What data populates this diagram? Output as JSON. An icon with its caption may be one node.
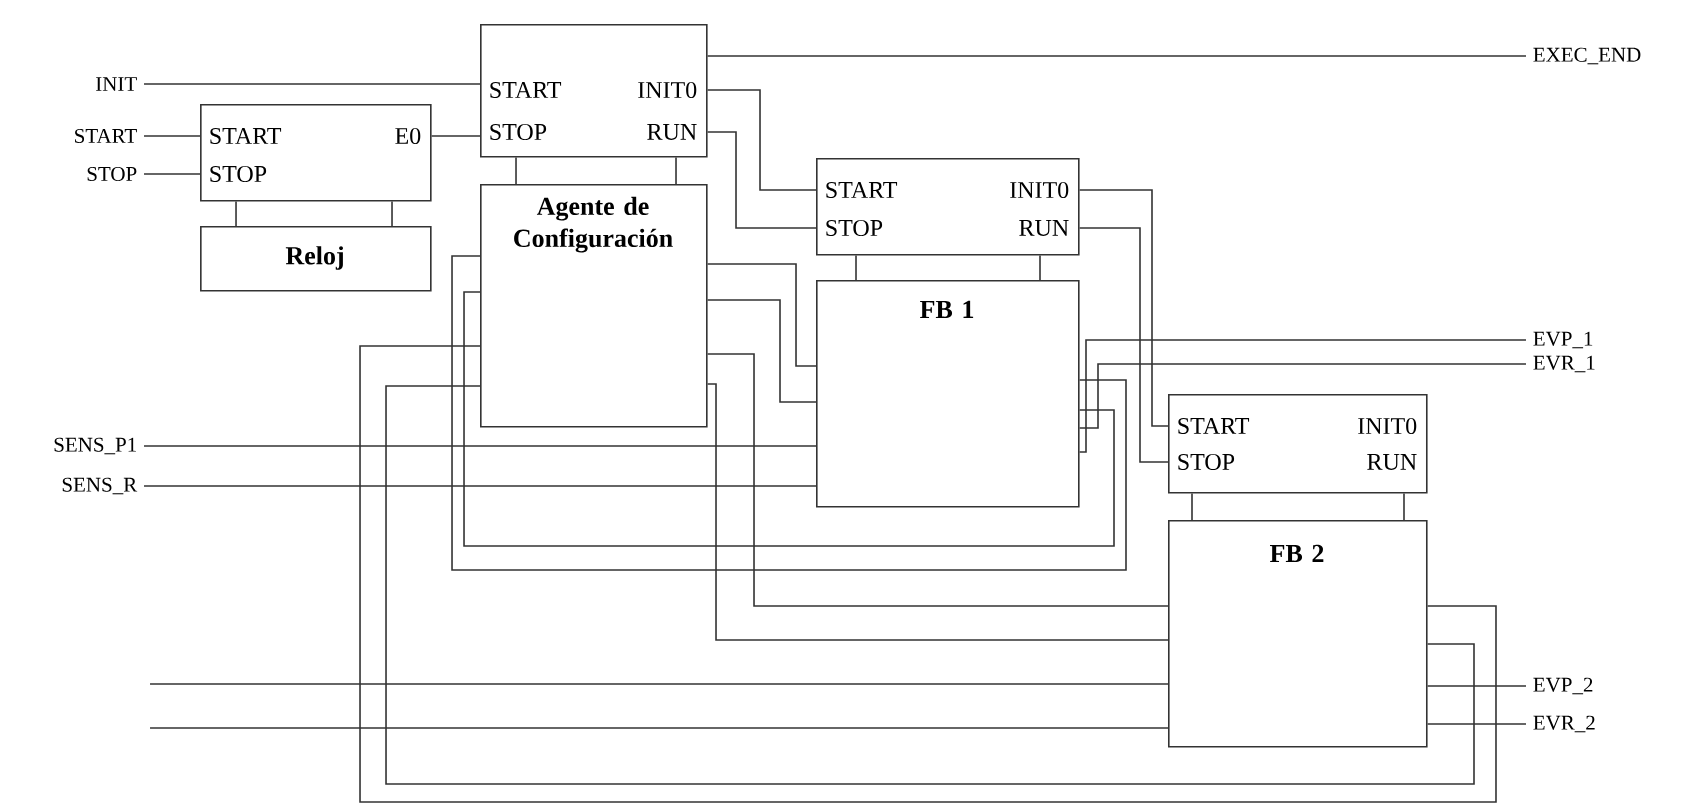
{
  "diagram": {
    "nodes": [
      {
        "text": [
          "INIT"
        ]
      },
      {
        "text": [
          "START"
        ]
      },
      {
        "text": [
          "STOP"
        ]
      },
      {
        "text": [
          "START",
          "E0",
          "STOP"
        ]
      },
      {
        "text": [
          "Reloj"
        ]
      },
      {
        "text": [
          "START",
          "INIT0",
          "STOP",
          "RUN"
        ]
      },
      {
        "text": [
          "Agente de Configuración"
        ]
      },
      {
        "text": [
          "START",
          "INIT0",
          "STOP",
          "RUN"
        ]
      },
      {
        "text": [
          "FB 1"
        ]
      },
      {
        "text": [
          "START",
          "INIT0",
          "STOP",
          "RUN"
        ]
      },
      {
        "text": [
          "FB 2"
        ]
      },
      {
        "text": [
          "EXEC_END"
        ]
      },
      {
        "text": [
          "EVP_1"
        ]
      },
      {
        "text": [
          "EVR_1"
        ]
      },
      {
        "text": [
          "SENS_P1"
        ]
      },
      {
        "text": [
          "SENS_R"
        ]
      },
      {
        "text": [
          "EVP_2"
        ]
      },
      {
        "text": [
          "EVR_2"
        ]
      }
    ],
    "edges": [
      {
        "from": 0,
        "to": 5,
        "arrow": "none"
      },
      {
        "from": 1,
        "to": 3,
        "arrow": "none"
      },
      {
        "from": 2,
        "to": 3,
        "arrow": "none"
      },
      {
        "from": 3,
        "to": 5,
        "arrow": "none"
      },
      {
        "from": 3,
        "to": 4,
        "arrow": "none"
      },
      {
        "from": 3,
        "to": 4,
        "arrow": "none"
      },
      {
        "from": 5,
        "to": 6,
        "arrow": "none"
      },
      {
        "from": 5,
        "to": 6,
        "arrow": "none"
      },
      {
        "from": 5,
        "to": 11,
        "arrow": "none"
      },
      {
        "from": 5,
        "to": 7,
        "arrow": "none"
      },
      {
        "from": 5,
        "to": 7,
        "arrow": "none"
      },
      {
        "from": 7,
        "to": 9,
        "arrow": "none"
      },
      {
        "from": 7,
        "to": 9,
        "arrow": "none"
      },
      {
        "from": 7,
        "to": 8,
        "arrow": "none"
      },
      {
        "from": 7,
        "to": 8,
        "arrow": "none"
      },
      {
        "from": 9,
        "to": 10,
        "arrow": "none"
      },
      {
        "from": 9,
        "to": 10,
        "arrow": "none"
      },
      {
        "from": 8,
        "to": 12,
        "arrow": "none"
      },
      {
        "from": 8,
        "to": 13,
        "arrow": "none"
      },
      {
        "from": 14,
        "to": 8,
        "arrow": "none"
      },
      {
        "from": 15,
        "to": 8,
        "arrow": "none"
      },
      {
        "from": 10,
        "to": 16,
        "arrow": "none"
      },
      {
        "from": 10,
        "to": 17,
        "arrow": "none"
      },
      {
        "from": null,
        "to": 10,
        "arrow": "none"
      },
      {
        "from": null,
        "to": 10,
        "arrow": "none"
      },
      {
        "from": 6,
        "to": 8,
        "arrow": "none"
      },
      {
        "from": 6,
        "to": 8,
        "arrow": "none"
      },
      {
        "from": 8,
        "to": 6,
        "arrow": "none"
      },
      {
        "from": 8,
        "to": 6,
        "arrow": "none"
      },
      {
        "from": 6,
        "to": 10,
        "arrow": "none"
      },
      {
        "from": 6,
        "to": 10,
        "arrow": "none"
      },
      {
        "from": 10,
        "to": 6,
        "arrow": "none"
      },
      {
        "from": 10,
        "to": 6,
        "arrow": "none"
      }
    ]
  }
}
